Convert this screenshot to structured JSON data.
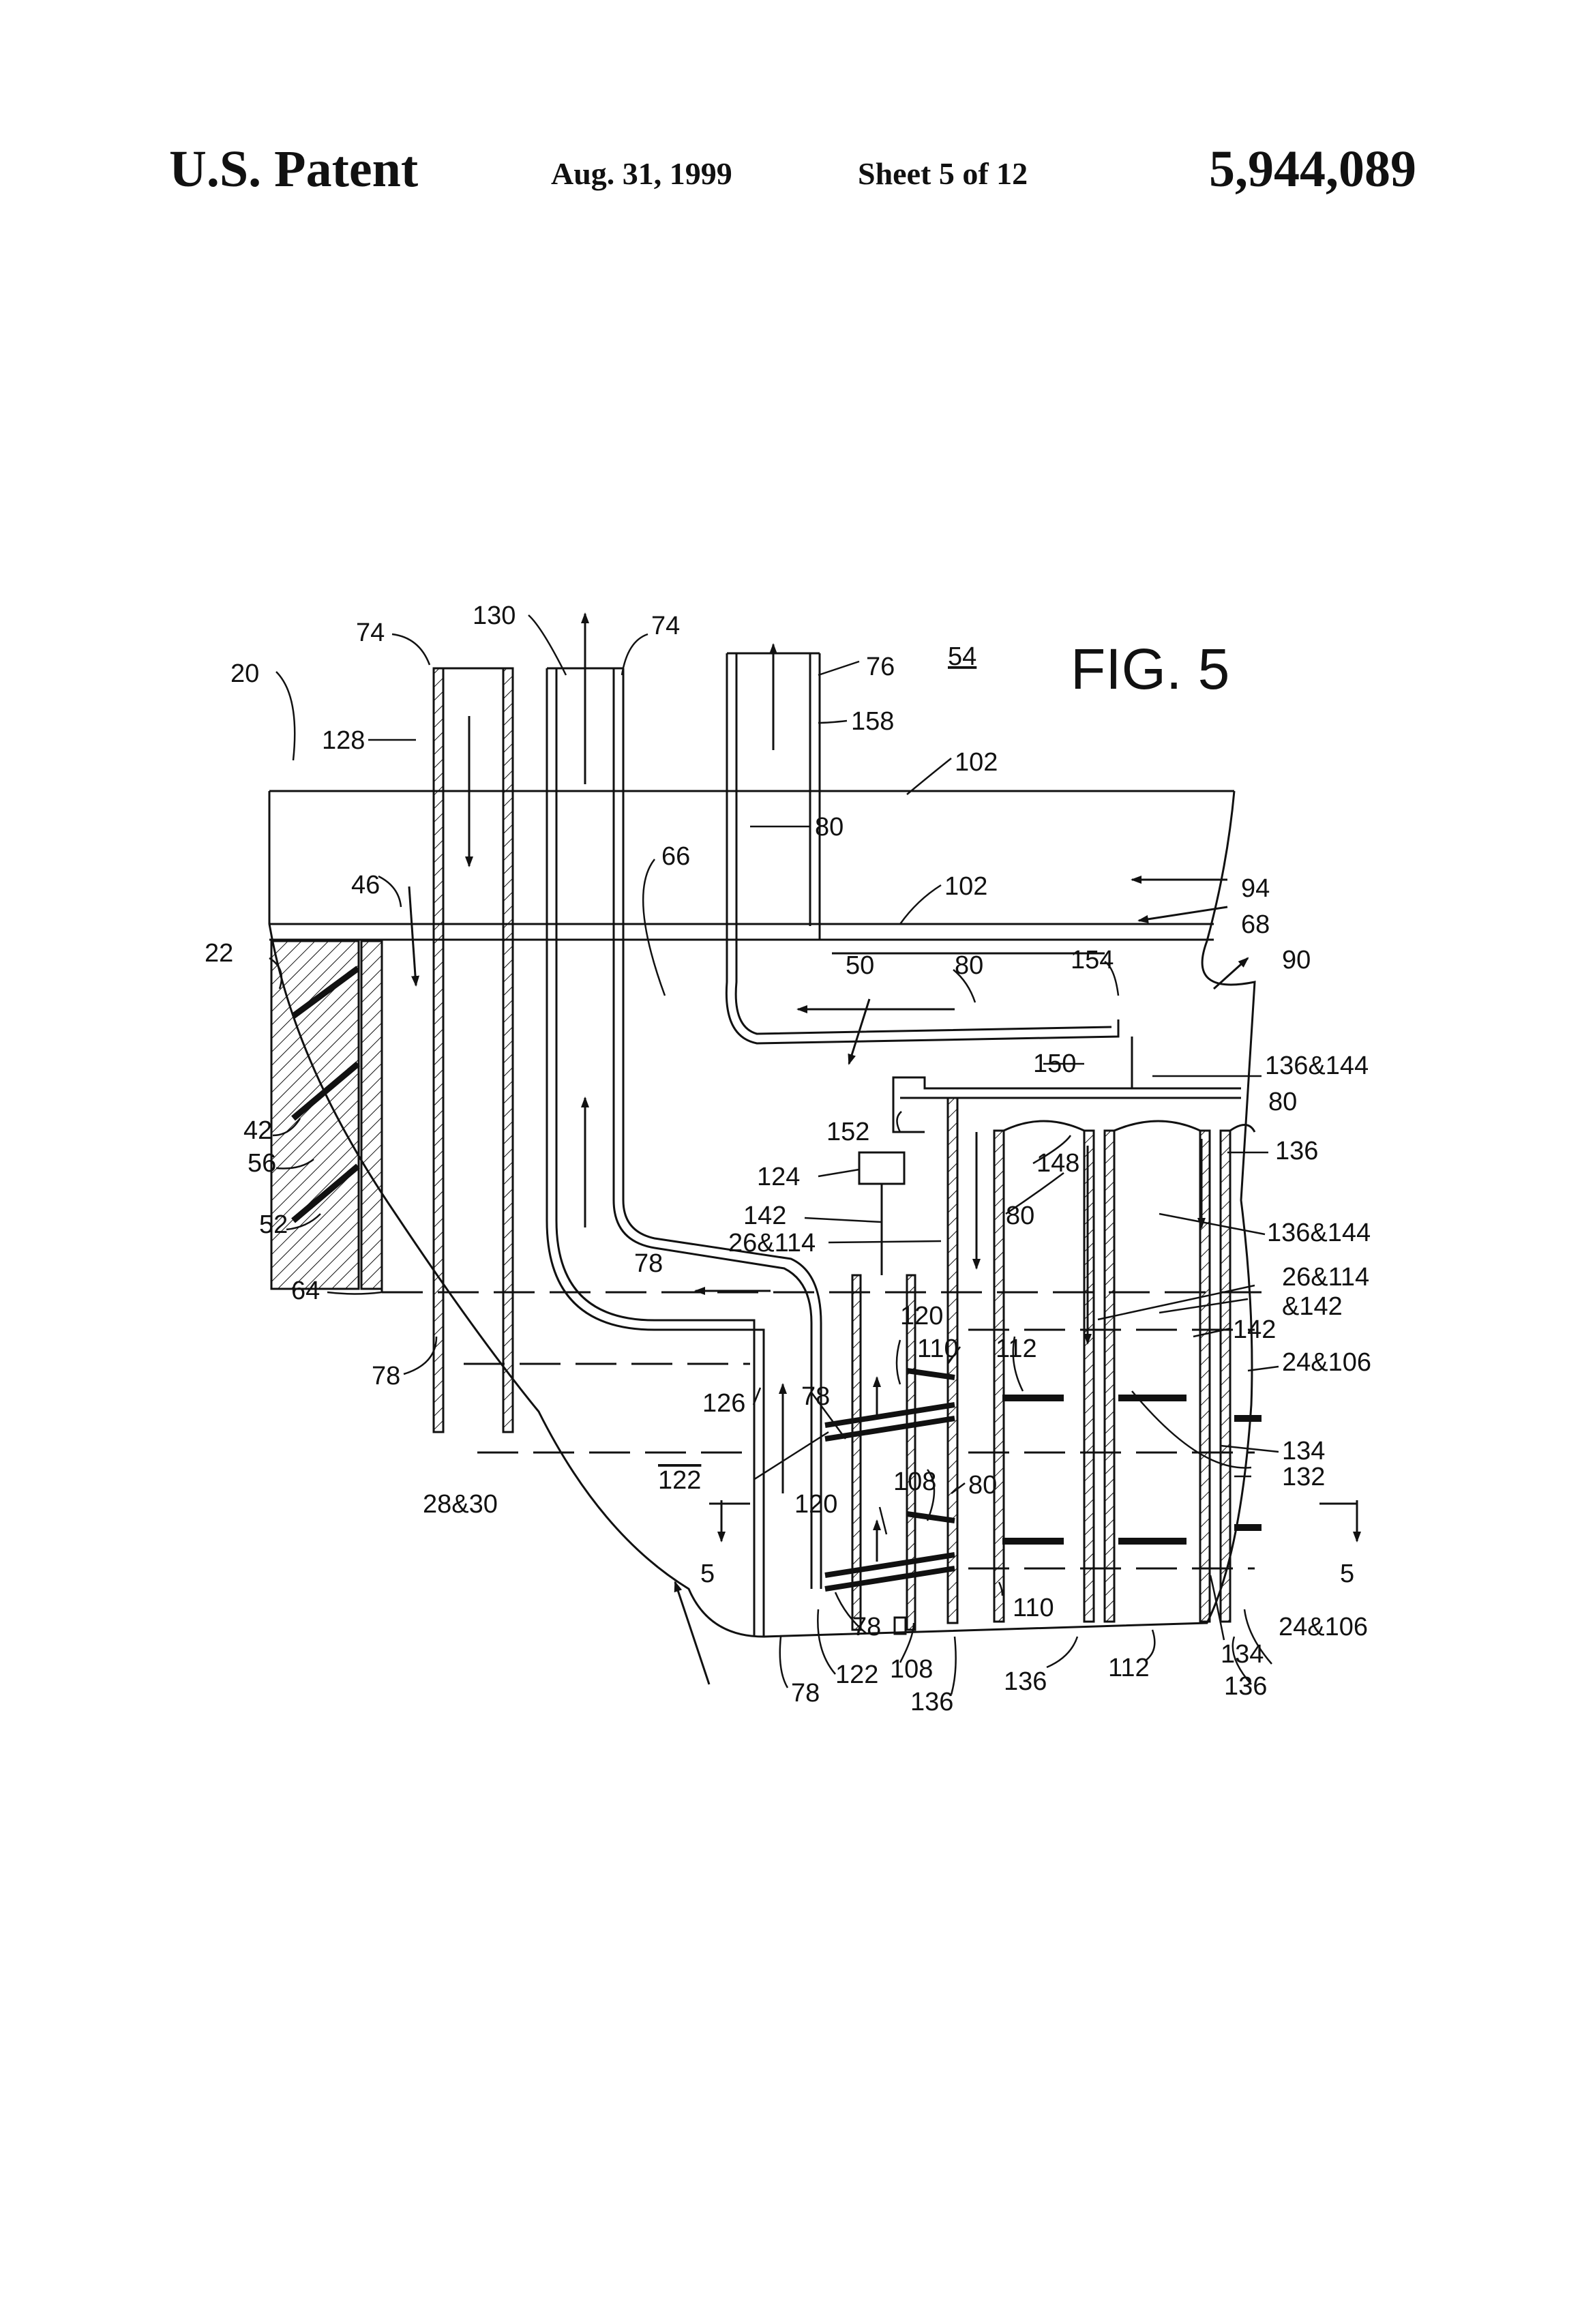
{
  "header": {
    "title": "U.S. Patent",
    "date": "Aug. 31, 1999",
    "sheet": "Sheet 5 of 12",
    "patent_number": "5,944,089"
  },
  "figure": {
    "title": "FIG. 5",
    "labels": {
      "l20": "20",
      "l22": "22",
      "l42": "42",
      "l56": "56",
      "l52": "52",
      "l64": "64",
      "l78a": "78",
      "l74a": "74",
      "l130": "130",
      "l74b": "74",
      "l128": "128",
      "l46": "46",
      "l66": "66",
      "l76": "76",
      "l54": "54",
      "l158": "158",
      "l102a": "102",
      "l80a": "80",
      "l102b": "102",
      "l94": "94",
      "l68": "68",
      "l90": "90",
      "l50": "50",
      "l80b": "80",
      "l154": "154",
      "l150": "150",
      "l136_144a": "136&144",
      "l80c": "80",
      "l152": "152",
      "l148": "148",
      "l136a": "136",
      "l124": "124",
      "l142a": "142",
      "l80d": "80",
      "l26_114a": "26&114",
      "l136_144b": "136&144",
      "l78b": "78",
      "l26_114b": "26&114",
      "l142b": "&142",
      "l120a": "120",
      "l110a": "110",
      "l112a": "112",
      "l142c": "142",
      "l24_106a": "24&106",
      "l126": "126",
      "l78c": "78",
      "l108a": "108",
      "l134a": "134",
      "l132": "132",
      "l28_30": "28&30",
      "l122a": "122",
      "l80e": "80",
      "l120b": "120",
      "l5a": "5",
      "l5b": "5",
      "l78d": "78",
      "l110b": "110",
      "l78e": "78",
      "l122b": "122",
      "l108b": "108",
      "l136b": "136",
      "l136c": "136",
      "l112b": "112",
      "l134b": "134",
      "l136d": "136",
      "l24_106b": "24&106"
    }
  }
}
